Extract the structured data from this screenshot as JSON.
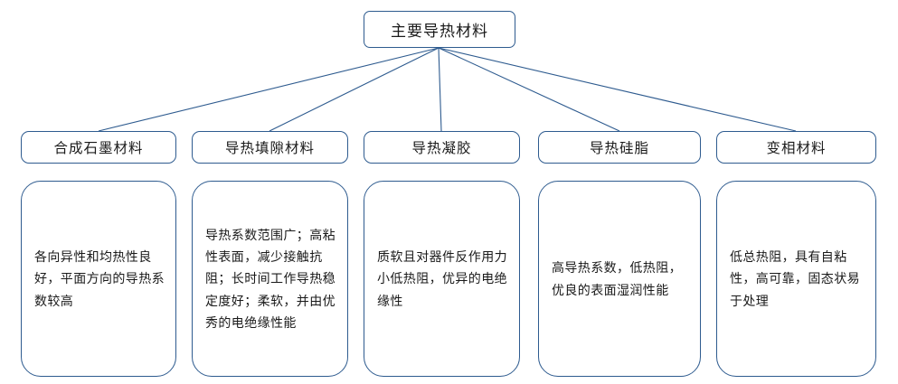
{
  "diagram": {
    "title": "主要导热材料",
    "accent_color": "#2e5b8f",
    "text_color": "#1a1a1a",
    "background_color": "#ffffff",
    "branches": [
      {
        "header": "合成石墨材料",
        "body": "各向异性和均热性良好，平面方向的导热系数较高"
      },
      {
        "header": "导热填隙材料",
        "body": "导热系数范围广；高粘性表面，减少接触抗阻；长时间工作导热稳定度好；柔软，并由优秀的电绝缘性能"
      },
      {
        "header": "导热凝胶",
        "body": "质软且对器件反作用力小低热阻，优异的电绝缘性"
      },
      {
        "header": "导热硅脂",
        "body": "高导热系数，低热阻，优良的表面湿润性能"
      },
      {
        "header": "变相材料",
        "body": "低总热阻，具有自粘性，高可靠，固态状易于处理"
      }
    ]
  }
}
